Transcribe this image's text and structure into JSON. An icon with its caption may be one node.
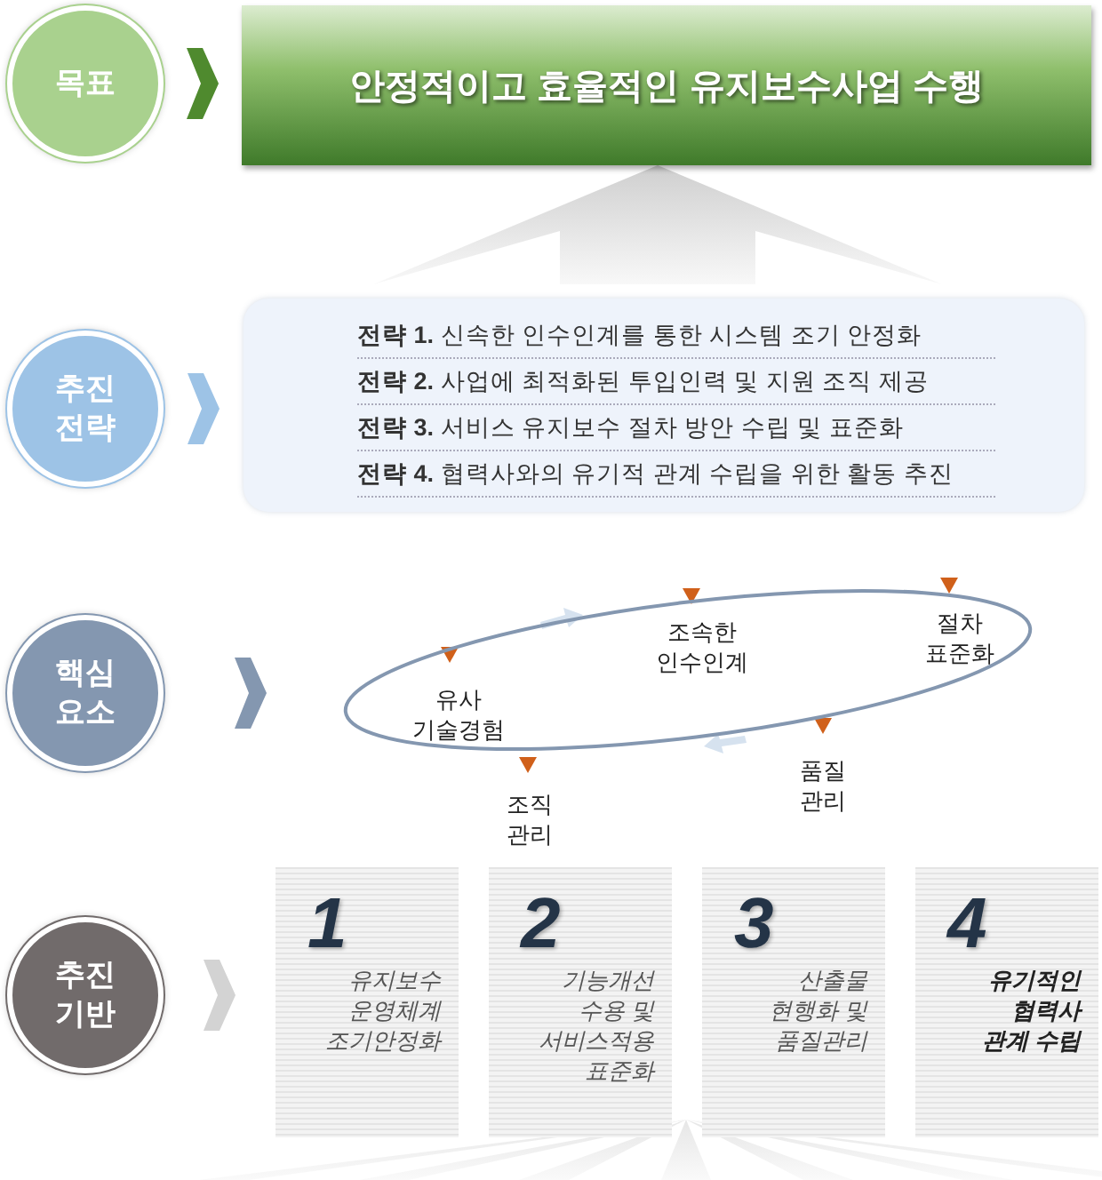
{
  "diagram": {
    "nodes": [
      {
        "text": [
          "목표"
        ]
      },
      {
        "text": [
          "안정적이고 효율적인 유지보수사업 수행"
        ]
      },
      {
        "text": [
          "추진 전략"
        ]
      },
      {
        "text": [
          "**전략 1.** 신속한 인수인계를 통한 시스템 조기 안정화",
          "**전략 2.** 사업에 최적화된 투입인력 및 지원 조직 제공",
          "**전략 3.** 서비스 유지보수 절차 방안 수립 및 표준화",
          "**전략 4.** 협력사와의 유기적 관계 수립을 위한 활동 추진"
        ]
      },
      {
        "text": [
          "핵심 요소"
        ]
      },
      {
        "text": [],
        "shape": "ellipse"
      },
      {
        "text": [
          "추진 기반"
        ]
      },
      {
        "text": [
          "1",
          "유지보수 운영체계 조기안정화"
        ]
      },
      {
        "text": [
          "2",
          "기능개선 수용 및 서비스적용 표준화"
        ]
      },
      {
        "text": [
          "3",
          "산출물 현행화 및 품질관리"
        ]
      },
      {
        "text": [
          "4",
          "유기적인 협력사 관계 수립"
        ]
      }
    ],
    "edges": [
      {
        "from": 0,
        "to": 1,
        "arrow": "to"
      },
      {
        "from": 3,
        "to": 1,
        "arrow": "to"
      },
      {
        "from": 2,
        "to": 3,
        "arrow": "to"
      },
      {
        "from": 4,
        "to": 5,
        "arrow": "to"
      },
      {
        "from": 6,
        "to": 7,
        "arrow": "to"
      }
    ],
    "labels": [
      "절차 표준화",
      "조속한 인수인계",
      "유사 기술경험",
      "품질 관리",
      "조직 관리"
    ]
  }
}
